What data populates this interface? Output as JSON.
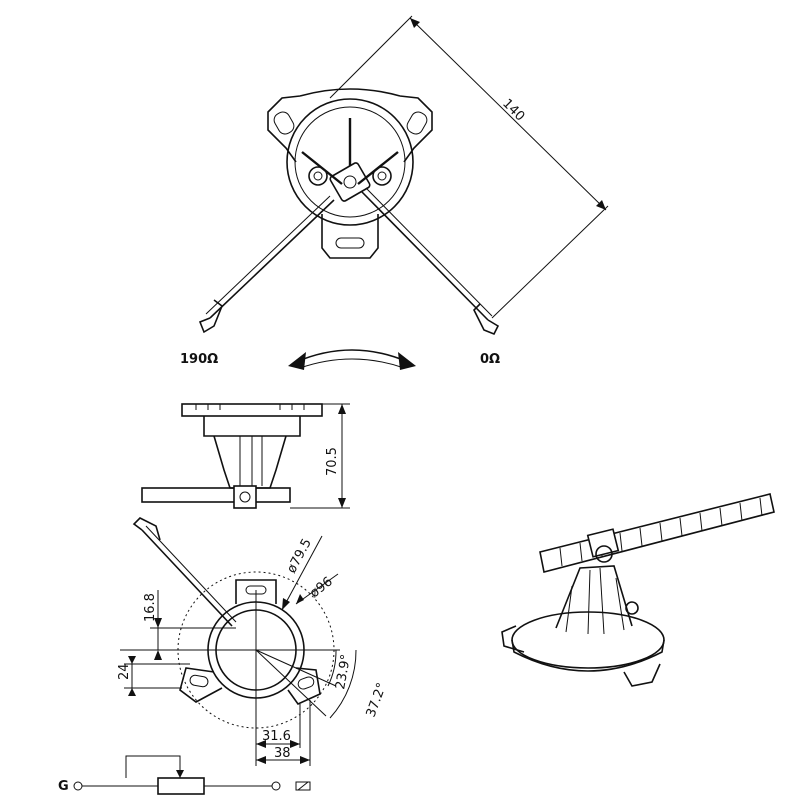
{
  "top_view": {
    "dim_length": "140",
    "label_left": "190Ω",
    "label_right": "0Ω"
  },
  "side_view": {
    "dim_height": "70.5"
  },
  "bottom_view": {
    "dim_diameter_inner": "ø79.5",
    "dim_diameter_outer": "ø96",
    "dim_offset_vertical": "16.8",
    "dim_tab_width": "24",
    "dim_angle_inner": "23.9°",
    "dim_angle_outer": "37.2°",
    "dim_width_inner": "31.6",
    "dim_width_outer": "38"
  },
  "schematic": {
    "ground_label": "G"
  }
}
